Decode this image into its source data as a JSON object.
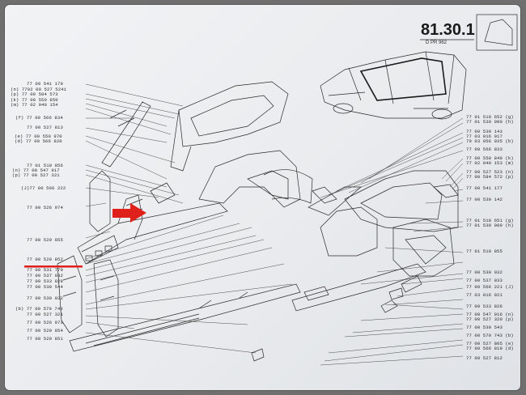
{
  "header": {
    "page_number": "81.30.1",
    "sub": "D        PR 962"
  },
  "labels_left": [
    {
      "text": "77 00 541 179"
    },
    {
      "text": "(n) 7702 00 527 5241"
    },
    {
      "text": "(p) 77 00 584 573"
    },
    {
      "text": "(k) 77 00 550 850"
    },
    {
      "text": "(m) 77 02 040 154"
    },
    {
      "text": "(f) 77 00 566 834"
    },
    {
      "text": "77 00 527 813"
    },
    {
      "text": "(e) 77 00 550 970"
    },
    {
      "text": "(d) 77 00 566 820"
    },
    {
      "text": "77 01 510 856"
    },
    {
      "text": "(n) 77 00 547 917"
    },
    {
      "text": "(p) 77 00 527 321"
    },
    {
      "text": "(J)77 00 566 222"
    },
    {
      "text": "77 00 526 974"
    },
    {
      "text": "77 00 529 855"
    },
    {
      "text": "77 00 529 852"
    },
    {
      "text": "77 00 531 779"
    },
    {
      "text": "77 00 537 032"
    },
    {
      "text": "77 00 533 828"
    },
    {
      "text": "77 00 530 544"
    },
    {
      "text": "77 00 530 032"
    },
    {
      "text": "(b) 77 00 570 740"
    },
    {
      "text": "77 00 527 321"
    },
    {
      "text": "77 00 526 973"
    },
    {
      "text": "77 00 529 854"
    },
    {
      "text": "77 00 529 851"
    }
  ],
  "labels_right": [
    {
      "text": "77 01 510 652 (g)"
    },
    {
      "text": "77 01 530 090 (h)"
    },
    {
      "text": "77 00 530 143"
    },
    {
      "text": "77 03 016 017"
    },
    {
      "text": "79 03 056 035 (b)"
    },
    {
      "text": "77 00 566 833"
    },
    {
      "text": "77 00 550 849 (k)"
    },
    {
      "text": "77 02 040 153 (m)"
    },
    {
      "text": "77 00 527 523 (n)"
    },
    {
      "text": "77 00 584 572 (p)"
    },
    {
      "text": "77 00 541 177"
    },
    {
      "text": "77 00 530 142"
    },
    {
      "text": "77 01 510 651 (g)"
    },
    {
      "text": "77 01 530 089 (h)"
    },
    {
      "text": "77 01 510 855"
    },
    {
      "text": "77 00 530 032"
    },
    {
      "text": "77 00 537 033"
    },
    {
      "text": "77 00 566 221 (J)"
    },
    {
      "text": "77 03 016 021"
    },
    {
      "text": "77 00 533 826"
    },
    {
      "text": "77 00 547 916 (n)"
    },
    {
      "text": "77 00 527 320 (p)"
    },
    {
      "text": "77 00 530 543"
    },
    {
      "text": "77 00 570 743 (b)"
    },
    {
      "text": "77 00 527 805 (e)"
    },
    {
      "text": "77 00 566 819 (d)"
    },
    {
      "text": "77 00 527 812"
    }
  ],
  "colors": {
    "highlight": "#e0201b",
    "ink": "#2a2a2a",
    "paper": "#eceef1"
  }
}
